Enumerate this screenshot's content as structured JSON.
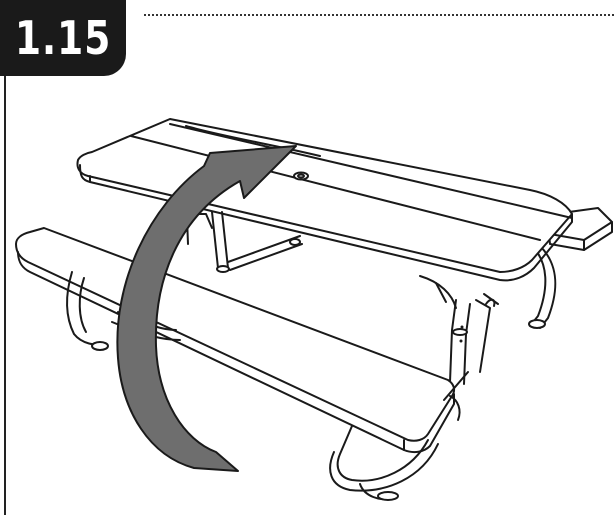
{
  "step": {
    "number": "1.15"
  },
  "illustration": {
    "subject": "picnic-table",
    "action": "flip-table-upright",
    "icon": "curved-rotate-arrow-icon",
    "colors": {
      "line": "#1a1a1a",
      "arrow_fill": "#6e6e6e",
      "badge": "#1a1a1a",
      "badge_text": "#ffffff"
    }
  }
}
